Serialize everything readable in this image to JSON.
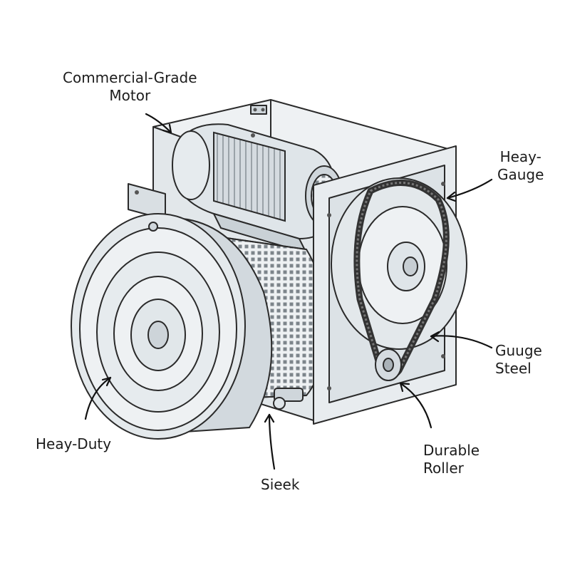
{
  "labels": {
    "motor": {
      "line1": "Commercial-Grade",
      "line2": "Motor"
    },
    "gauge": {
      "line1": "Heay-",
      "line2": "Gauge"
    },
    "steel": {
      "line1": "Guuge",
      "line2": "Steel"
    },
    "roller": {
      "line1": "Durable",
      "line2": "Roller"
    },
    "duty": {
      "line1": "Heay-Duty"
    },
    "sleek": {
      "line1": "Sieek"
    }
  },
  "colors": {
    "line": "#2a2a2a",
    "housing": "#dde3e7",
    "housing_dark": "#c9d1d6",
    "panel": "#e9edf0",
    "belt": "#3a3a3a",
    "mesh": "#8a9196",
    "text": "#1c1c1c"
  }
}
